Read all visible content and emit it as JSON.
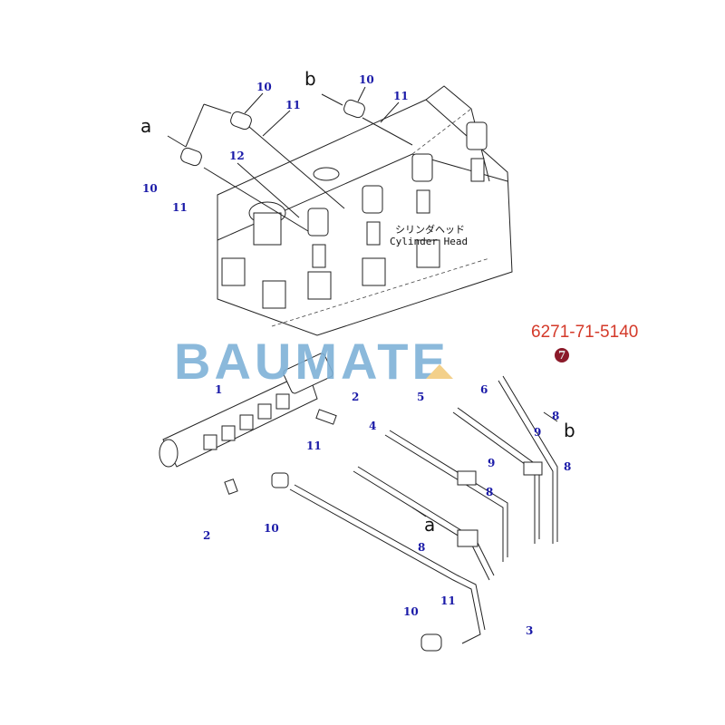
{
  "watermark": {
    "brand": "BAUMATE",
    "part_number": "6271-71-5140",
    "accent_color": "#7fb2d8",
    "triangle_color": "#f3d08a"
  },
  "component_label": {
    "japanese": "シリンダヘッド",
    "english": "Cylinder Head"
  },
  "callouts_top": [
    "10",
    "b",
    "10",
    "11",
    "11",
    "a",
    "12",
    "10",
    "11"
  ],
  "callouts_bottom": [
    "1",
    "2",
    "5",
    "6",
    "7",
    "4",
    "9",
    "8",
    "b",
    "11",
    "9",
    "8",
    "8",
    "a",
    "2",
    "10",
    "8",
    "11",
    "10",
    "3"
  ],
  "colors": {
    "callout": "#1a1aa8",
    "part_number": "#d43a2a",
    "marker": "#8b1a2a"
  }
}
